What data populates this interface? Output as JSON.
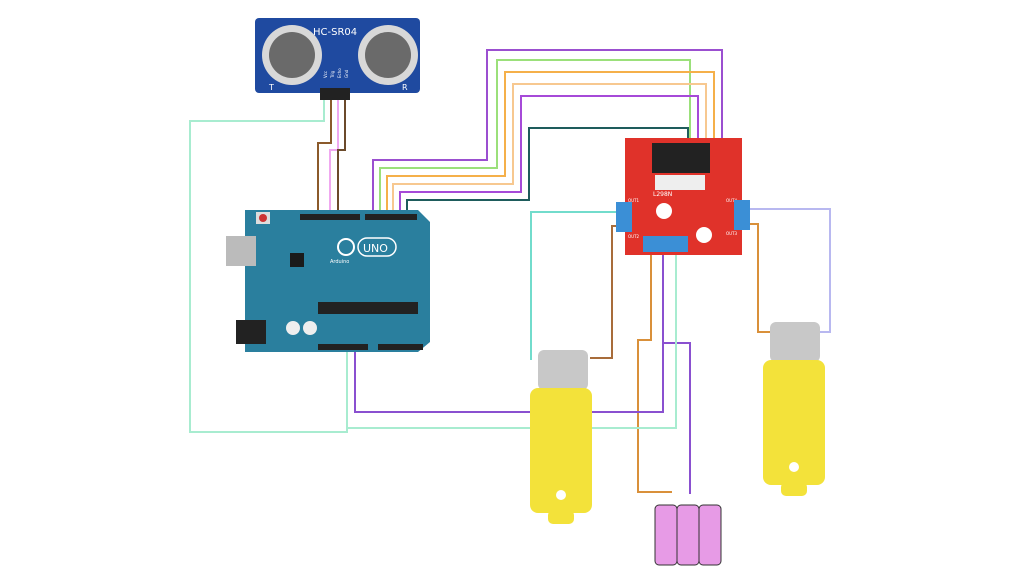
{
  "sensor": {
    "model": "HC-SR04",
    "left_label": "T",
    "right_label": "R",
    "pins": [
      "Vcc",
      "Trig",
      "Echo",
      "Gnd"
    ]
  },
  "arduino": {
    "logo_text": "UNO",
    "brand": "Arduino"
  },
  "driver": {
    "chip": "L298N",
    "out1": "OUT1",
    "out2": "OUT2",
    "out3": "OUT3",
    "out4": "OUT4"
  },
  "colors": {
    "arduino": "#2a7f9e",
    "driver": "#e0322a",
    "sensor": "#1f4aa0",
    "motor": "#f3e23a",
    "battery": "#e79be6"
  }
}
